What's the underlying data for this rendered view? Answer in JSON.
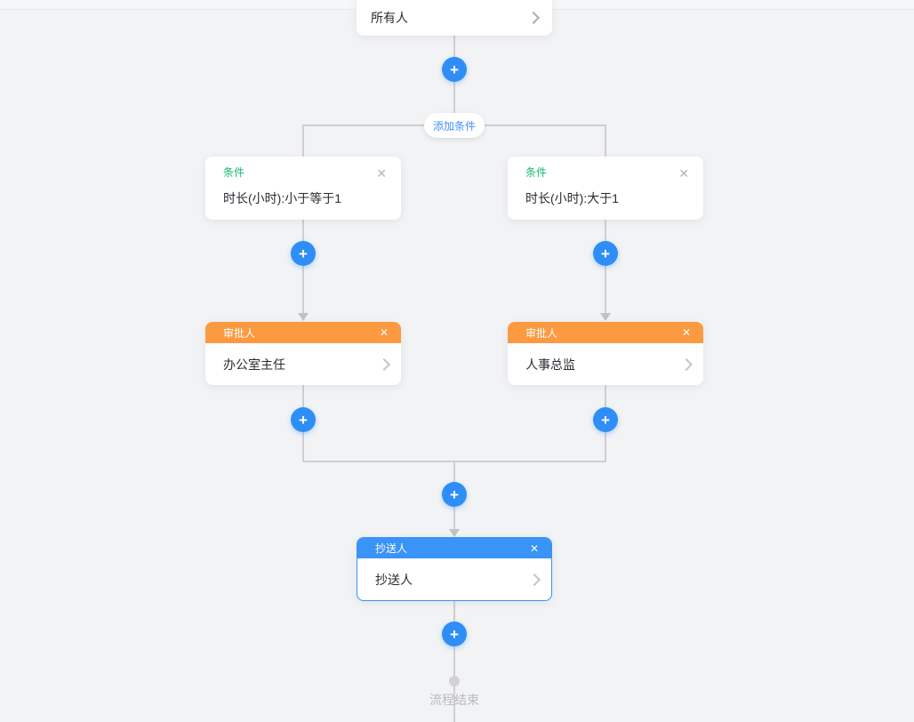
{
  "flow": {
    "start": {
      "label": "所有人"
    },
    "add_condition": {
      "label": "添加条件"
    },
    "branches": [
      {
        "condition": {
          "title": "条件",
          "text": "时长(小时):小于等于1"
        },
        "approver": {
          "title": "审批人",
          "name": "办公室主任"
        }
      },
      {
        "condition": {
          "title": "条件",
          "text": "时长(小时):大于1"
        },
        "approver": {
          "title": "审批人",
          "name": "人事总监"
        }
      }
    ],
    "cc": {
      "title": "抄送人",
      "name": "抄送人"
    },
    "end": {
      "label": "流程结束"
    }
  },
  "icons": {
    "plus": "+",
    "close": "✕"
  },
  "colors": {
    "background": "#f2f3f5",
    "connector": "#cfcfd2",
    "accent_blue": "#2f8ef5",
    "cc_blue": "#3a93f7",
    "approver_orange": "#fb9a40",
    "condition_green": "#17b770",
    "end_gray": "#babac0"
  }
}
